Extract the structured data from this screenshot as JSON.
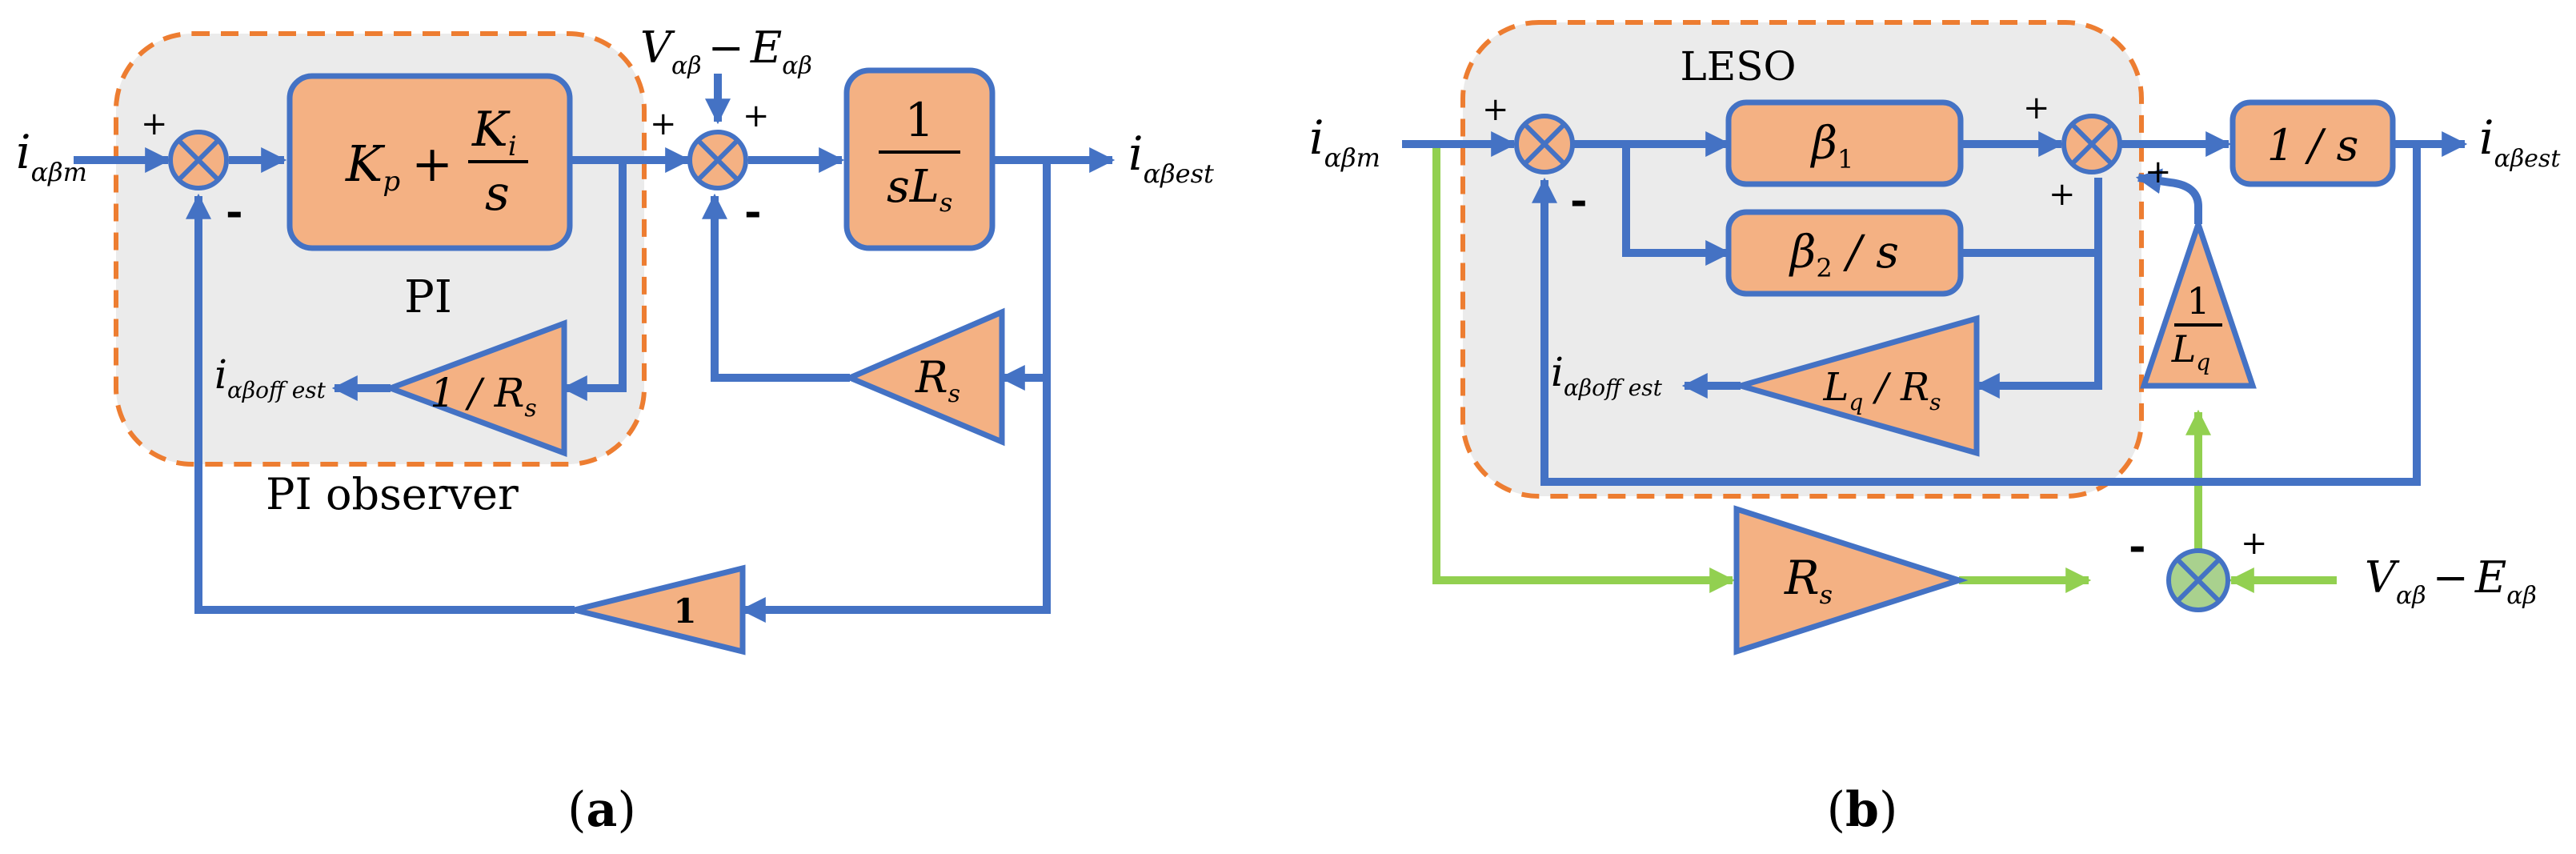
{
  "colors": {
    "wire": "#4472C4",
    "block_fill": "#F4B183",
    "block_stroke": "#4472C4",
    "group_fill": "#EBEBEB",
    "group_stroke": "#ED7D31",
    "feed_wire": "#92D050",
    "sum_fill_b": "#A9D18E"
  },
  "panel_a": {
    "caption": {
      "open": "(",
      "letter": "a",
      "close": ")"
    },
    "group_title": "PI",
    "group_label": "PI observer",
    "input_label": {
      "base": "i",
      "sub": "αβm"
    },
    "output_label": {
      "base": "i",
      "sub": "αβest"
    },
    "offset_label": {
      "base": "i",
      "sub": "αβoff est"
    },
    "disturbance_label": {
      "v": "V",
      "v_sub": "αβ",
      "minus": "−",
      "e": "E",
      "e_sub": "αβ"
    },
    "pi_block": {
      "kp": "K",
      "kp_sub": "p",
      "plus": "+",
      "ki": "K",
      "ki_sub": "i",
      "s": "s"
    },
    "plant_block": {
      "num": "1",
      "den": "sL",
      "den_sub": "s"
    },
    "gain_inv_rs": {
      "pre": "1 / R",
      "sub": "s"
    },
    "gain_rs": {
      "base": "R",
      "sub": "s"
    },
    "gain_unity": "1",
    "sum1_signs": {
      "plus": "+",
      "minus": "-"
    },
    "sum2_signs": {
      "plus_left": "+",
      "plus_top": "+",
      "minus": "-"
    }
  },
  "panel_b": {
    "caption": {
      "open": "(",
      "letter": "b",
      "close": ")"
    },
    "group_title": "LESO",
    "input_label": {
      "base": "i",
      "sub": "αβm"
    },
    "output_label": {
      "base": "i",
      "sub": "αβest"
    },
    "offset_label": {
      "base": "i",
      "sub": "αβoff est"
    },
    "voltage_label": {
      "v": "V",
      "v_sub": "αβ",
      "minus": "−",
      "e": "E",
      "e_sub": "αβ"
    },
    "beta1_block": {
      "base": "β",
      "sub": "1"
    },
    "beta2_block": {
      "base": "β",
      "sub": "2",
      "post": " / s"
    },
    "integrator_block": "1 / s",
    "gain_lq_rs": {
      "l": "L",
      "l_sub": "q",
      "mid": " / R",
      "r_sub": "s"
    },
    "gain_inv_lq": {
      "num": "1",
      "den": "L",
      "den_sub": "q"
    },
    "gain_rs": {
      "base": "R",
      "sub": "s"
    },
    "sum1_signs": {
      "plus": "+",
      "minus": "-"
    },
    "sum2_signs": {
      "plus_top": "+",
      "plus_bottom": "+",
      "plus_right": "+"
    },
    "sum3_signs": {
      "minus": "-",
      "plus": "+"
    }
  }
}
